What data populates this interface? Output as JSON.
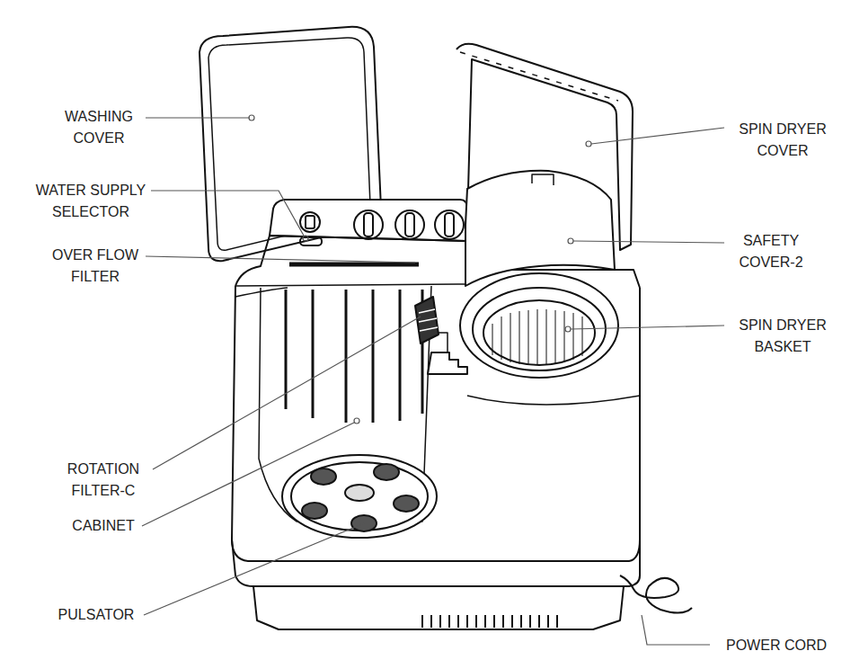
{
  "diagram": {
    "labels": [
      "WASHING COVER",
      "WATER SUPPLY SELECTOR",
      "OVER FLOW FILTER",
      "ROTATION FILTER-C",
      "CABINET",
      "PULSATOR",
      "SPIN DRYER COVER",
      "SAFETY COVER-2",
      "SPIN DRYER BASKET",
      "POWER CORD"
    ]
  }
}
